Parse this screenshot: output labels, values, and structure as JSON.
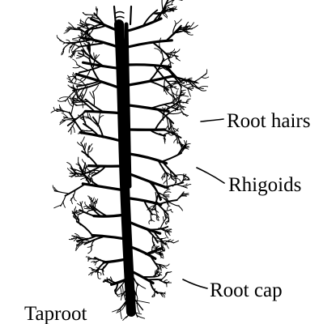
{
  "diagram": {
    "subject": "taproot system",
    "labels": {
      "root_hairs": "Root hairs",
      "rhigoids": "Rhigoids",
      "root_cap": "Root cap",
      "taproot": "Taproot"
    },
    "colors": {
      "ink": "#000000",
      "background": "#ffffff"
    }
  }
}
